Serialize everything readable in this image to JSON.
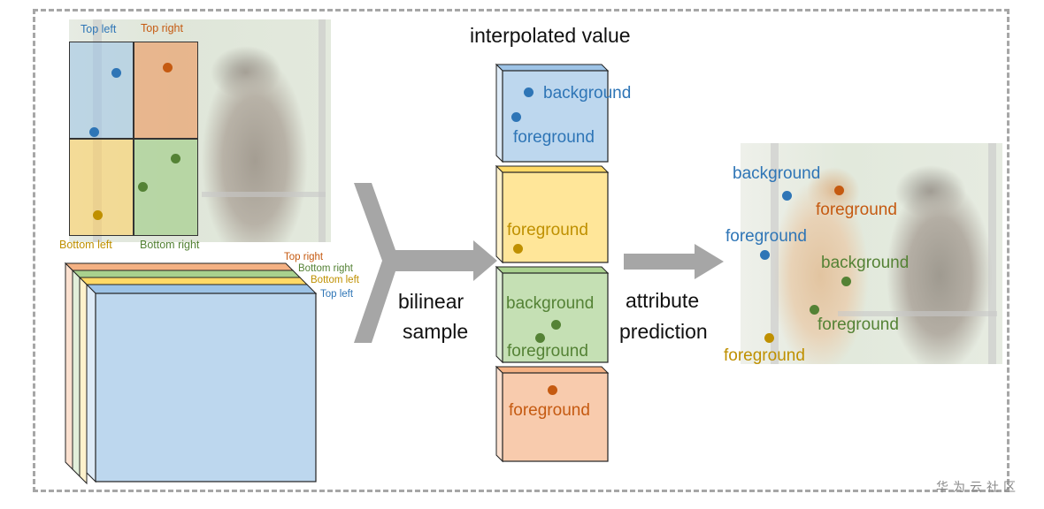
{
  "colors": {
    "top_left": "#2e75b6",
    "top_right": "#c55a11",
    "bottom_left": "#bf9000",
    "bottom_right": "#548235",
    "arrow": "#a6a6a6",
    "frame": "#a6a6a6"
  },
  "titles": {
    "interpolated_value": "interpolated value",
    "bilinear_sample_line1": "bilinear",
    "bilinear_sample_line2": "sample",
    "attribute_prediction_line1": "attribute",
    "attribute_prediction_line2": "prediction"
  },
  "input_image": {
    "quadrants": {
      "top_left": "Top left",
      "top_right": "Top right",
      "bottom_left": "Bottom left",
      "bottom_right": "Bottom right"
    }
  },
  "feature_maps": {
    "layers": [
      "Top right",
      "Bottom right",
      "Bottom left",
      "Top left"
    ]
  },
  "interpolated_cubes": [
    {
      "name": "top-left",
      "labels": [
        "background",
        "foreground"
      ]
    },
    {
      "name": "bottom-left",
      "labels": [
        "foreground"
      ]
    },
    {
      "name": "bottom-right",
      "labels": [
        "background",
        "foreground"
      ]
    },
    {
      "name": "top-right",
      "labels": [
        "foreground"
      ]
    }
  ],
  "output_image": {
    "labels": {
      "blue_background": "background",
      "orange_foreground": "foreground",
      "blue_foreground": "foreground",
      "green_background": "background",
      "green_foreground": "foreground",
      "yellow_foreground": "foreground"
    }
  },
  "watermark": "华为云社区"
}
